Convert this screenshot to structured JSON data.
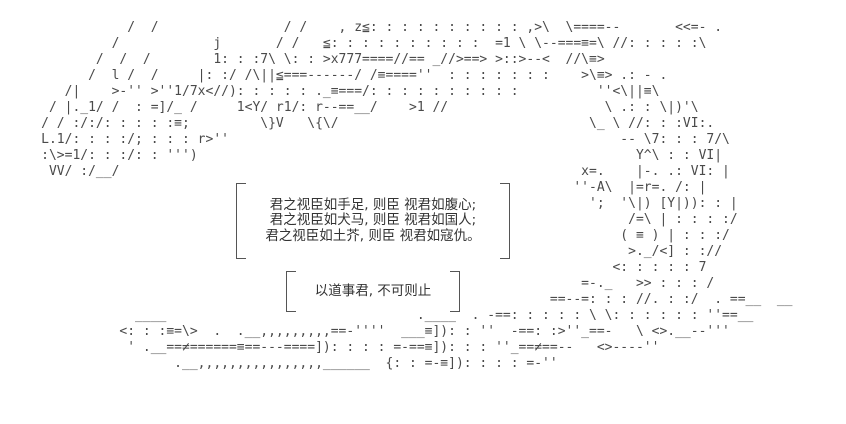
{
  "scene": {
    "description": "ascii-art-dragon-coil",
    "ascii_art_rows": [
      "                /  /                / /    , z≦: : : : : : : : : : ,>\\  \\====--       <<=- .",
      "              /            j       / /   ≦: : : : : : : : : :  =1 \\ \\--===≡=\\ //: : : : :\\",
      "            /  /  /        1: : :7\\ \\: : >x777====//== _//>==> >::>--<  //\\≡>",
      "           /  l /  /     |: :/ /\\||≦===------/ /≡====''  : : : : : : :    >\\≡> .: - .",
      "        /|    >-'' >''1/7x<//): : : : : ._≡===/: : : : : : : : : :          ''<\\||≡\\",
      "      / |._1/ /  : =]/_ /     1<Y/ r1/: r--==__/    >1 //                    \\ .: : \\|)'\\",
      "     / / :/:/: : : : :≡;         \\}V   \\{\\/                                \\_ \\ //: : :VI:.",
      "     L.1/: : : :/; : : : r>''                                                  -- \\7: : : 7/\\",
      "     :\\>=1/: : :/: : ''')                                                        Y^\\ : : VI|",
      "      VV/ :/__/                                                           x=.    |-. .: VI: |",
      "                                                                         ''-A\\  |=r=. /: |",
      "                                                                           ';  '\\|) [Y|)): : |",
      "                                                                                /=\\ | : : : :/",
      "                                                                               ( ≡ ) | : : :/",
      "                                                                                >._/<] : ://",
      "                                                                              <: : : : : 7",
      "                                                                          =-._   >> : : : /",
      "                                                                      ==--=: : : //. : :/  . ==__  __",
      "                 ____                                .____  . -==: : : : : \\ \\: : : : : : ''==__",
      "               <: : :≡=\\>  .  .__,,,,,,,,,==-''''  ___≡]): : ''  -==: :>''_==-   \\ <>.__--'''",
      "                ' .__==≠======≡==---====]): : : : =-==≡]): : : ''_==≠==--   <>----''",
      "                      .__,,,,,,,,,,,,,,,,______  {: : =-≡]): : : : =-''"
    ]
  },
  "quotes": {
    "main": {
      "lines": [
        "君之视臣如手足, 则臣 视君如腹心;",
        "君之视臣如犬马, 则臣 视君如国人;",
        "君之视臣如土芥, 则臣 视君如寇仇。"
      ]
    },
    "secondary": {
      "text": "以道事君, 不可则止"
    }
  },
  "colors": {
    "background": "#ffffff",
    "ascii_art": "#4a4a4a",
    "quote_text": "#333333",
    "bracket": "#555555"
  }
}
